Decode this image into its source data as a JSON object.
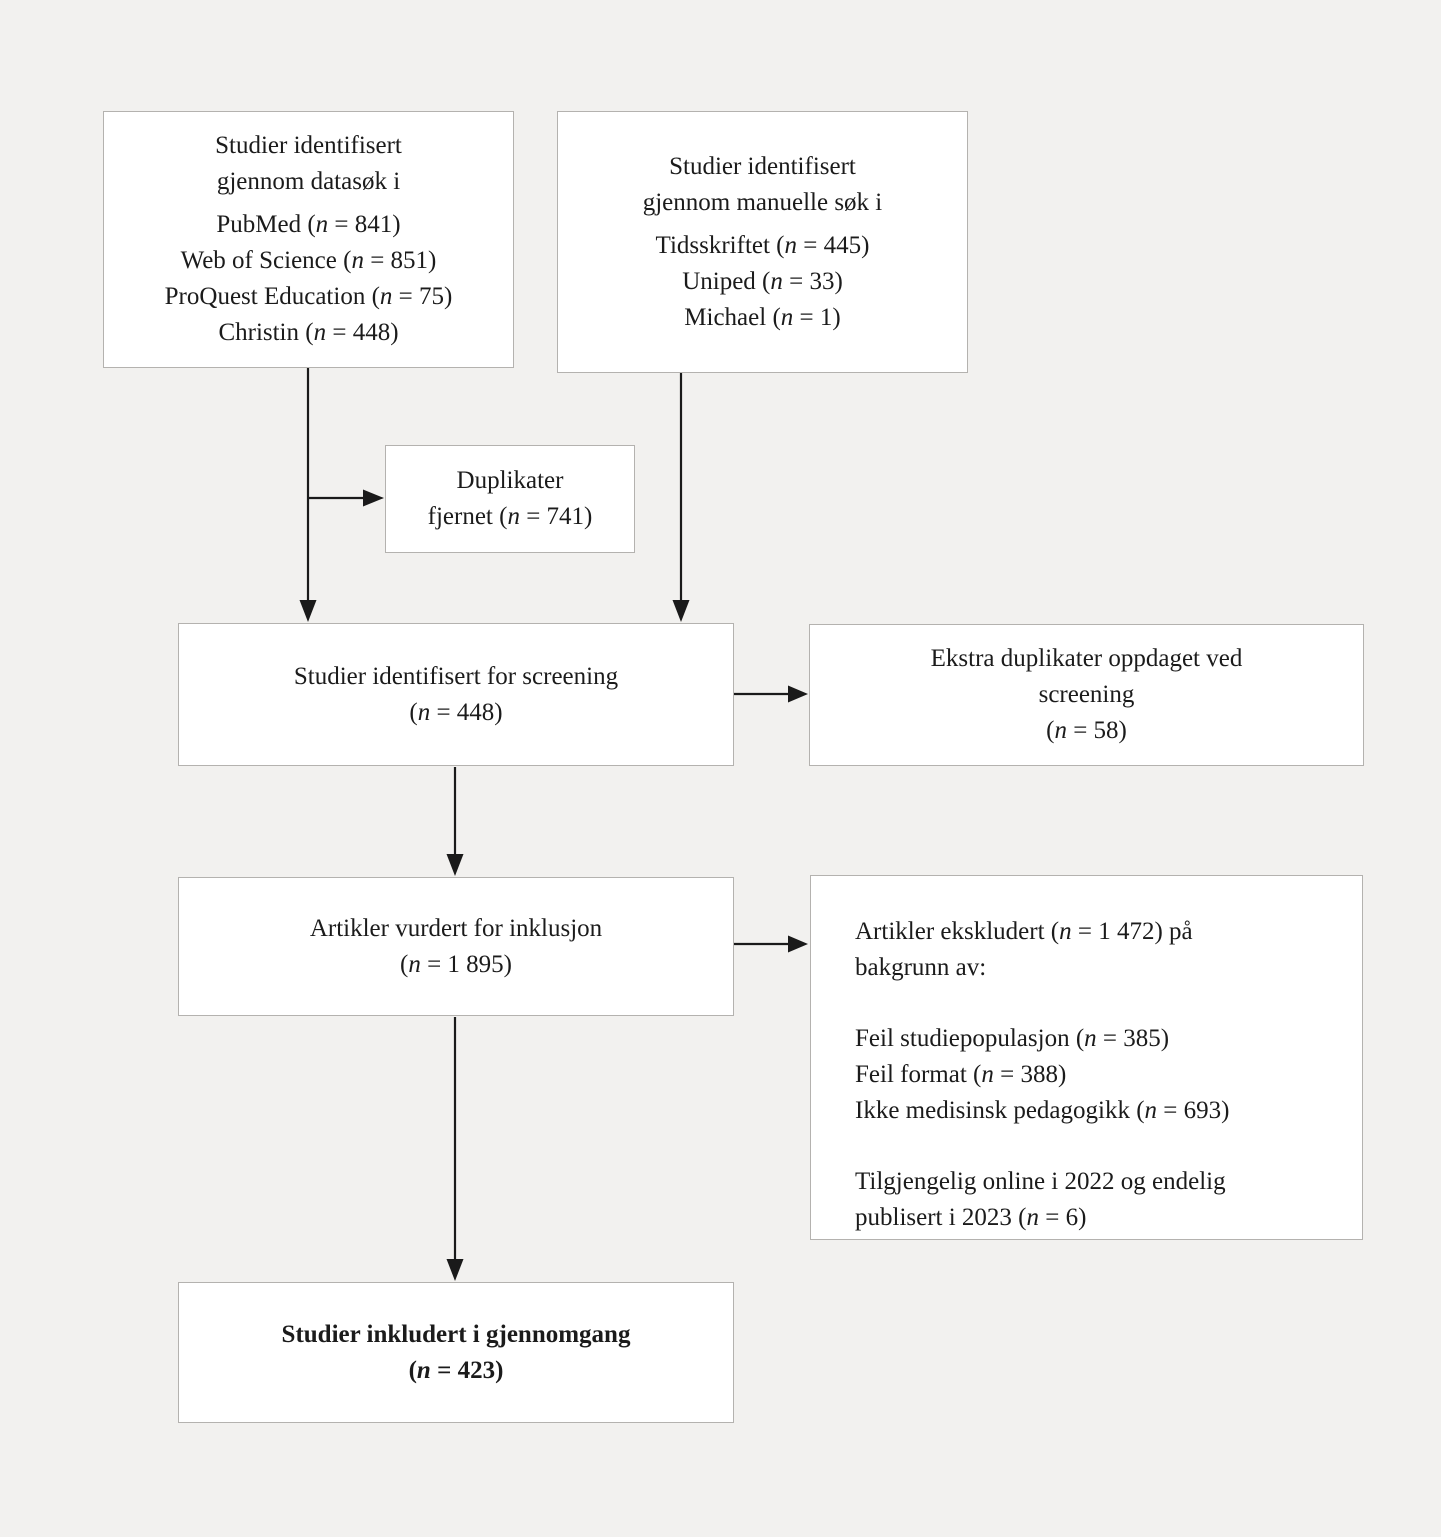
{
  "colors": {
    "background": "#f2f1ef",
    "box_fill": "#ffffff",
    "box_border": "#b4b2af",
    "text": "#1b1b1b",
    "arrow": "#1a1a1a"
  },
  "boxes": {
    "database_search": {
      "title": [
        "Studier identifisert",
        "gjennom datasøk i"
      ],
      "items": [
        "PubMed (n = 841)",
        "Web of Science (n = 851)",
        "ProQuest Education (n = 75)",
        "Christin (n = 448)"
      ]
    },
    "manual_search": {
      "title": [
        "Studier identifisert",
        "gjennom manuelle søk i"
      ],
      "items": [
        "Tidsskriftet (n = 445)",
        "Uniped (n = 33)",
        "Michael (n = 1)"
      ]
    },
    "duplicates_removed": {
      "lines": [
        "Duplikater",
        "fjernet (n = 741)"
      ]
    },
    "screening": {
      "lines": [
        "Studier identifisert for screening",
        "(n = 448)"
      ]
    },
    "extra_duplicates": {
      "lines": [
        "Ekstra duplikater oppdaget ved",
        "screening",
        "(n = 58)"
      ]
    },
    "inclusion_assessment": {
      "lines": [
        "Artikler vurdert for inklusjon",
        "(n = 1 895)"
      ]
    },
    "excluded": {
      "intro": [
        "Artikler ekskludert (n = 1 472) på",
        "bakgrunn av:"
      ],
      "reasons": [
        "Feil studiepopulasjon (n = 385)",
        "Feil format (n = 388)",
        "Ikke medisinsk pedagogikk (n = 693)"
      ],
      "note": [
        "Tilgjengelig online i 2022 og endelig",
        "publisert i 2023 (n = 6)"
      ]
    },
    "included": {
      "lines": [
        "Studier inkludert i gjennomgang",
        "(n = 423)"
      ]
    }
  }
}
